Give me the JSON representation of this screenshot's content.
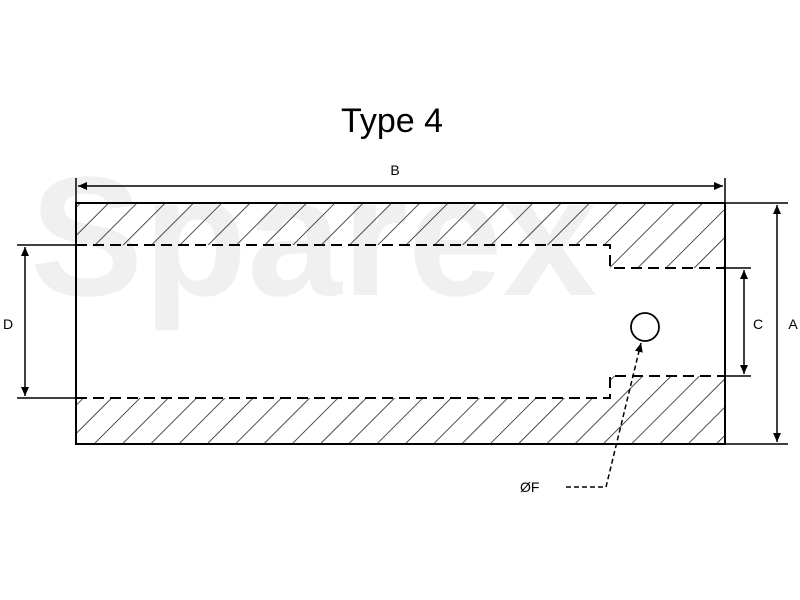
{
  "watermark": "Sparex",
  "title": "Type 4",
  "dimensions": {
    "length": "B",
    "outer_diameter": "A",
    "inner_diameter_small": "C",
    "inner_diameter_large": "D",
    "hole_diameter": "ØF"
  }
}
